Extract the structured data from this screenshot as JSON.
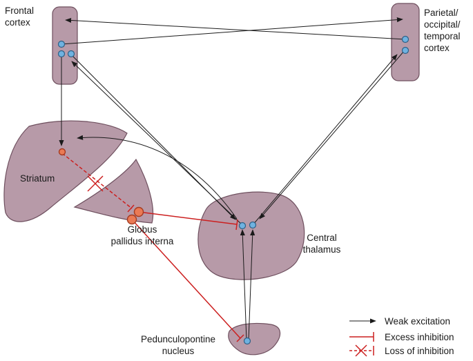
{
  "regions": {
    "frontal_cortex": "Frontal\ncortex",
    "parietal_cortex": "Parietal/\noccipital/\ntemporal\ncortex",
    "striatum": "Striatum",
    "globus_pallidus": "Globus\npallidus interna",
    "central_thalamus": "Central\nthalamus",
    "pedunculopontine": "Pedunculopontine\nnucleus"
  },
  "legend": {
    "weak_excitation": "Weak excitation",
    "excess_inhibition": "Excess inhibition",
    "loss_of_inhibition": "Loss of inhibition"
  },
  "colors": {
    "region_fill": "#b79aa8",
    "excitation": "#1a1a1a",
    "inhibition": "#cc1f1f",
    "neuron_blue": "#6fb2e0",
    "neuron_orange": "#ea7a55"
  }
}
